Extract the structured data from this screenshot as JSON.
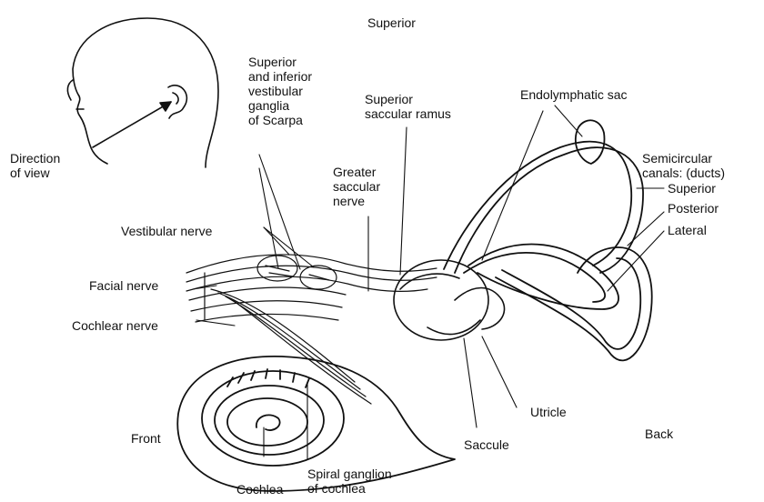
{
  "labels": {
    "superior_orientation": "Superior",
    "direction_of_view": "Direction\nof view",
    "superior_inferior_vestibular_ganglia": "Superior\nand inferior\nvestibular\nganglia\nof Scarpa",
    "superior_saccular_ramus": "Superior\nsaccular ramus",
    "endolymphatic_sac": "Endolymphatic sac",
    "semicircular_canals": "Semicircular\ncanals: (ducts)",
    "superior_canal": "Superior",
    "posterior_canal": "Posterior",
    "lateral_canal": "Lateral",
    "greater_saccular_nerve": "Greater\nsaccular\nnerve",
    "vestibular_nerve": "Vestibular nerve",
    "facial_nerve": "Facial nerve",
    "cochlear_nerve": "Cochlear nerve",
    "front": "Front",
    "utricle": "Utricle",
    "back": "Back",
    "saccule": "Saccule",
    "cochlea": "Cochlea",
    "spiral_ganglion": "Spiral ganglion\nof cochlea"
  },
  "colors": {
    "ink": "#111111",
    "background": "#ffffff"
  }
}
